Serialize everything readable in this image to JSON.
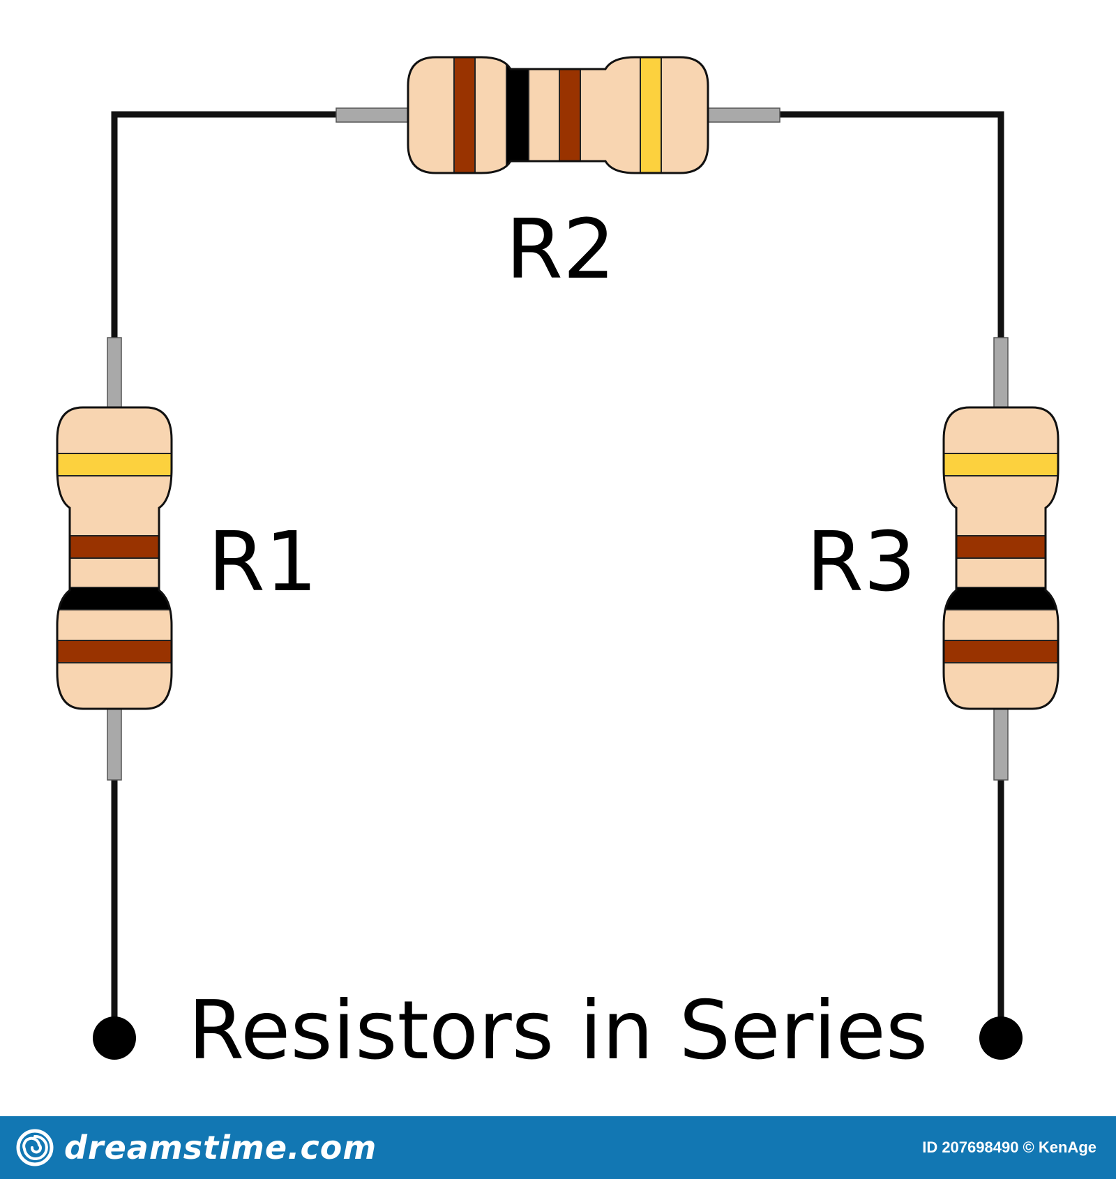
{
  "diagram": {
    "title": "Resistors in Series",
    "resistors": [
      {
        "id": "r1",
        "label": "R1"
      },
      {
        "id": "r2",
        "label": "R2"
      },
      {
        "id": "r3",
        "label": "R3"
      }
    ]
  },
  "watermark": {
    "brand": "dreamstime.com",
    "image_id": "ID 207698490 © KenAge"
  },
  "colors": {
    "wire": "#111111",
    "lead": "#a9a9a9",
    "body": "#f8d5b1",
    "band_brown": "#993300",
    "band_black": "#000000",
    "band_gold": "#fcd13e",
    "footer": "#1277b3"
  }
}
